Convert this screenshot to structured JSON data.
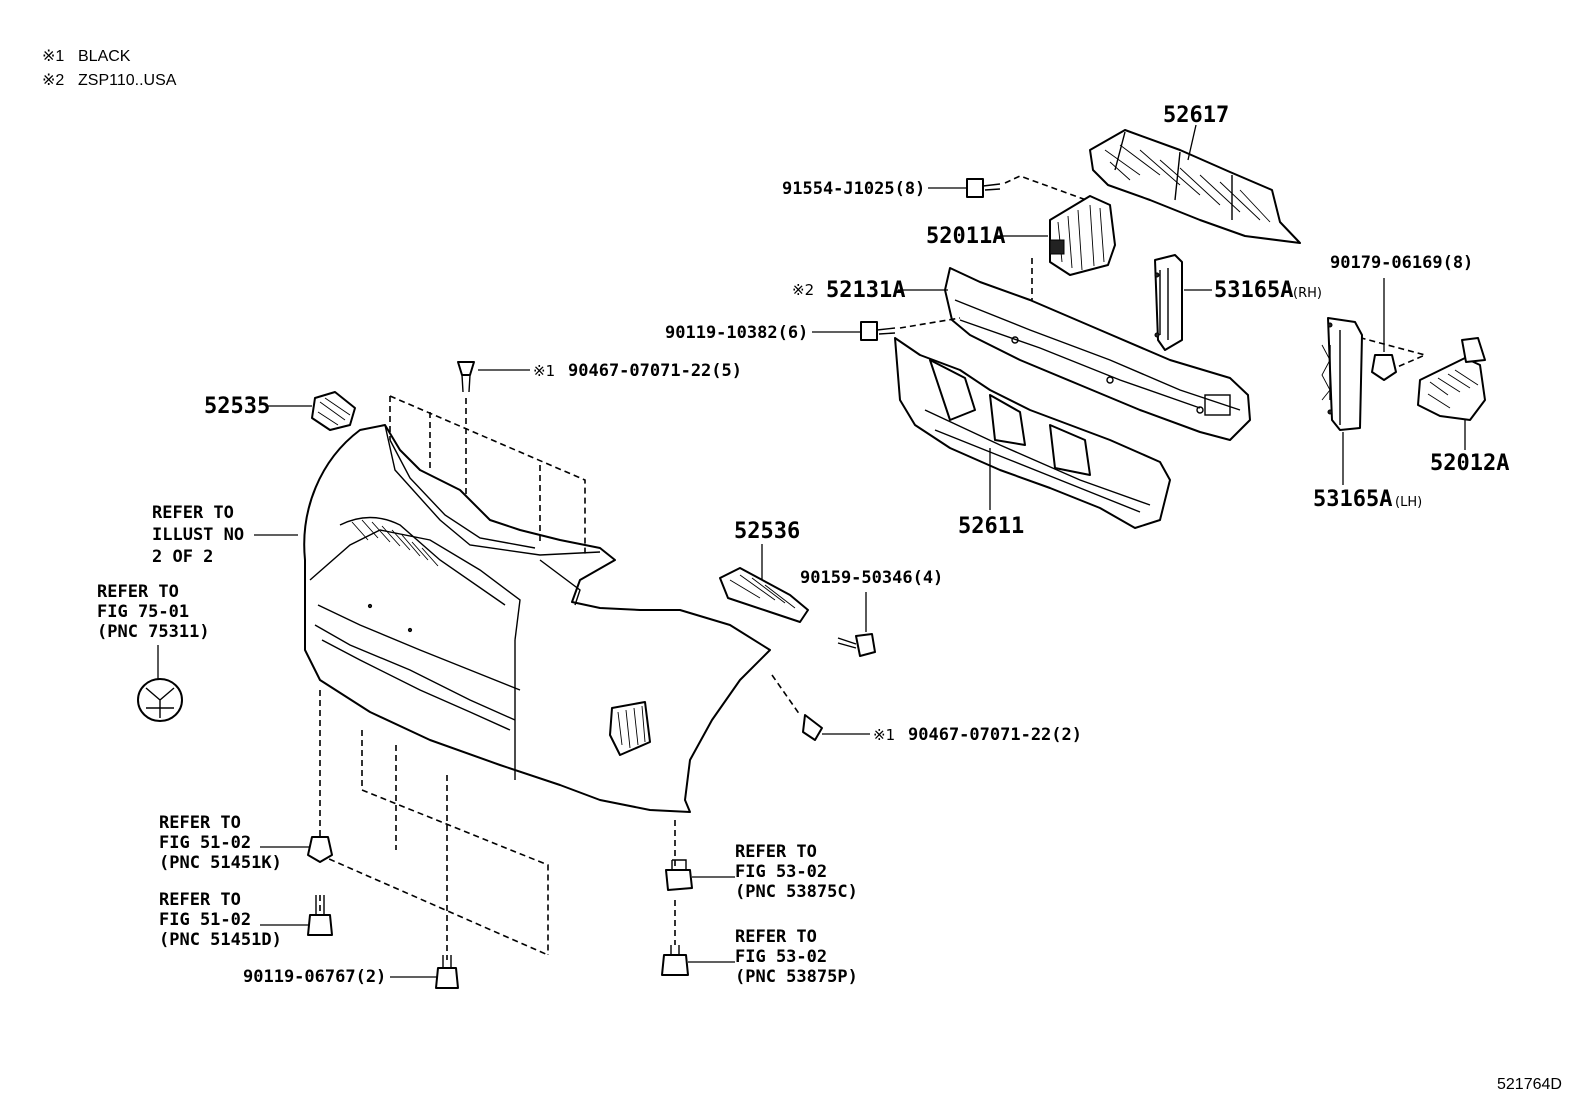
{
  "notes": {
    "note1_sym": "※1",
    "note1_text": "BLACK",
    "note2_sym": "※2",
    "note2_text": "ZSP110..USA"
  },
  "parts": {
    "p52617": "52617",
    "p91554": "91554-J1025(8)",
    "p52011A": "52011A",
    "p52131A_sym": "※2",
    "p52131A": "52131A",
    "p53165A_rh": "53165A",
    "p53165A_rh_side": "(RH)",
    "p90179": "90179-06169(8)",
    "p90119_10382": "90119-10382(6)",
    "p90467_top_sym": "※1",
    "p90467_top": "90467-07071-22(5)",
    "p52535": "52535",
    "p52611": "52611",
    "p53165A_lh": "53165A",
    "p53165A_lh_side": "(LH)",
    "p52012A": "52012A",
    "p52536": "52536",
    "p90159": "90159-50346(4)",
    "p90467_bot_sym": "※1",
    "p90467_bot": "90467-07071-22(2)",
    "p90119_06767": "90119-06767(2)"
  },
  "refs": {
    "illust": [
      "REFER TO",
      "ILLUST NO",
      "2 OF 2"
    ],
    "fig75": [
      "REFER TO",
      "FIG 75-01",
      "(PNC 75311)"
    ],
    "fig51k": [
      "REFER TO",
      "FIG 51-02",
      "(PNC 51451K)"
    ],
    "fig51d": [
      "REFER TO",
      "FIG 51-02",
      "(PNC 51451D)"
    ],
    "fig53c": [
      "REFER TO",
      "FIG 53-02",
      "(PNC 53875C)"
    ],
    "fig53p": [
      "REFER TO",
      "FIG 53-02",
      "(PNC 53875P)"
    ]
  },
  "illustration_id": "521764D"
}
